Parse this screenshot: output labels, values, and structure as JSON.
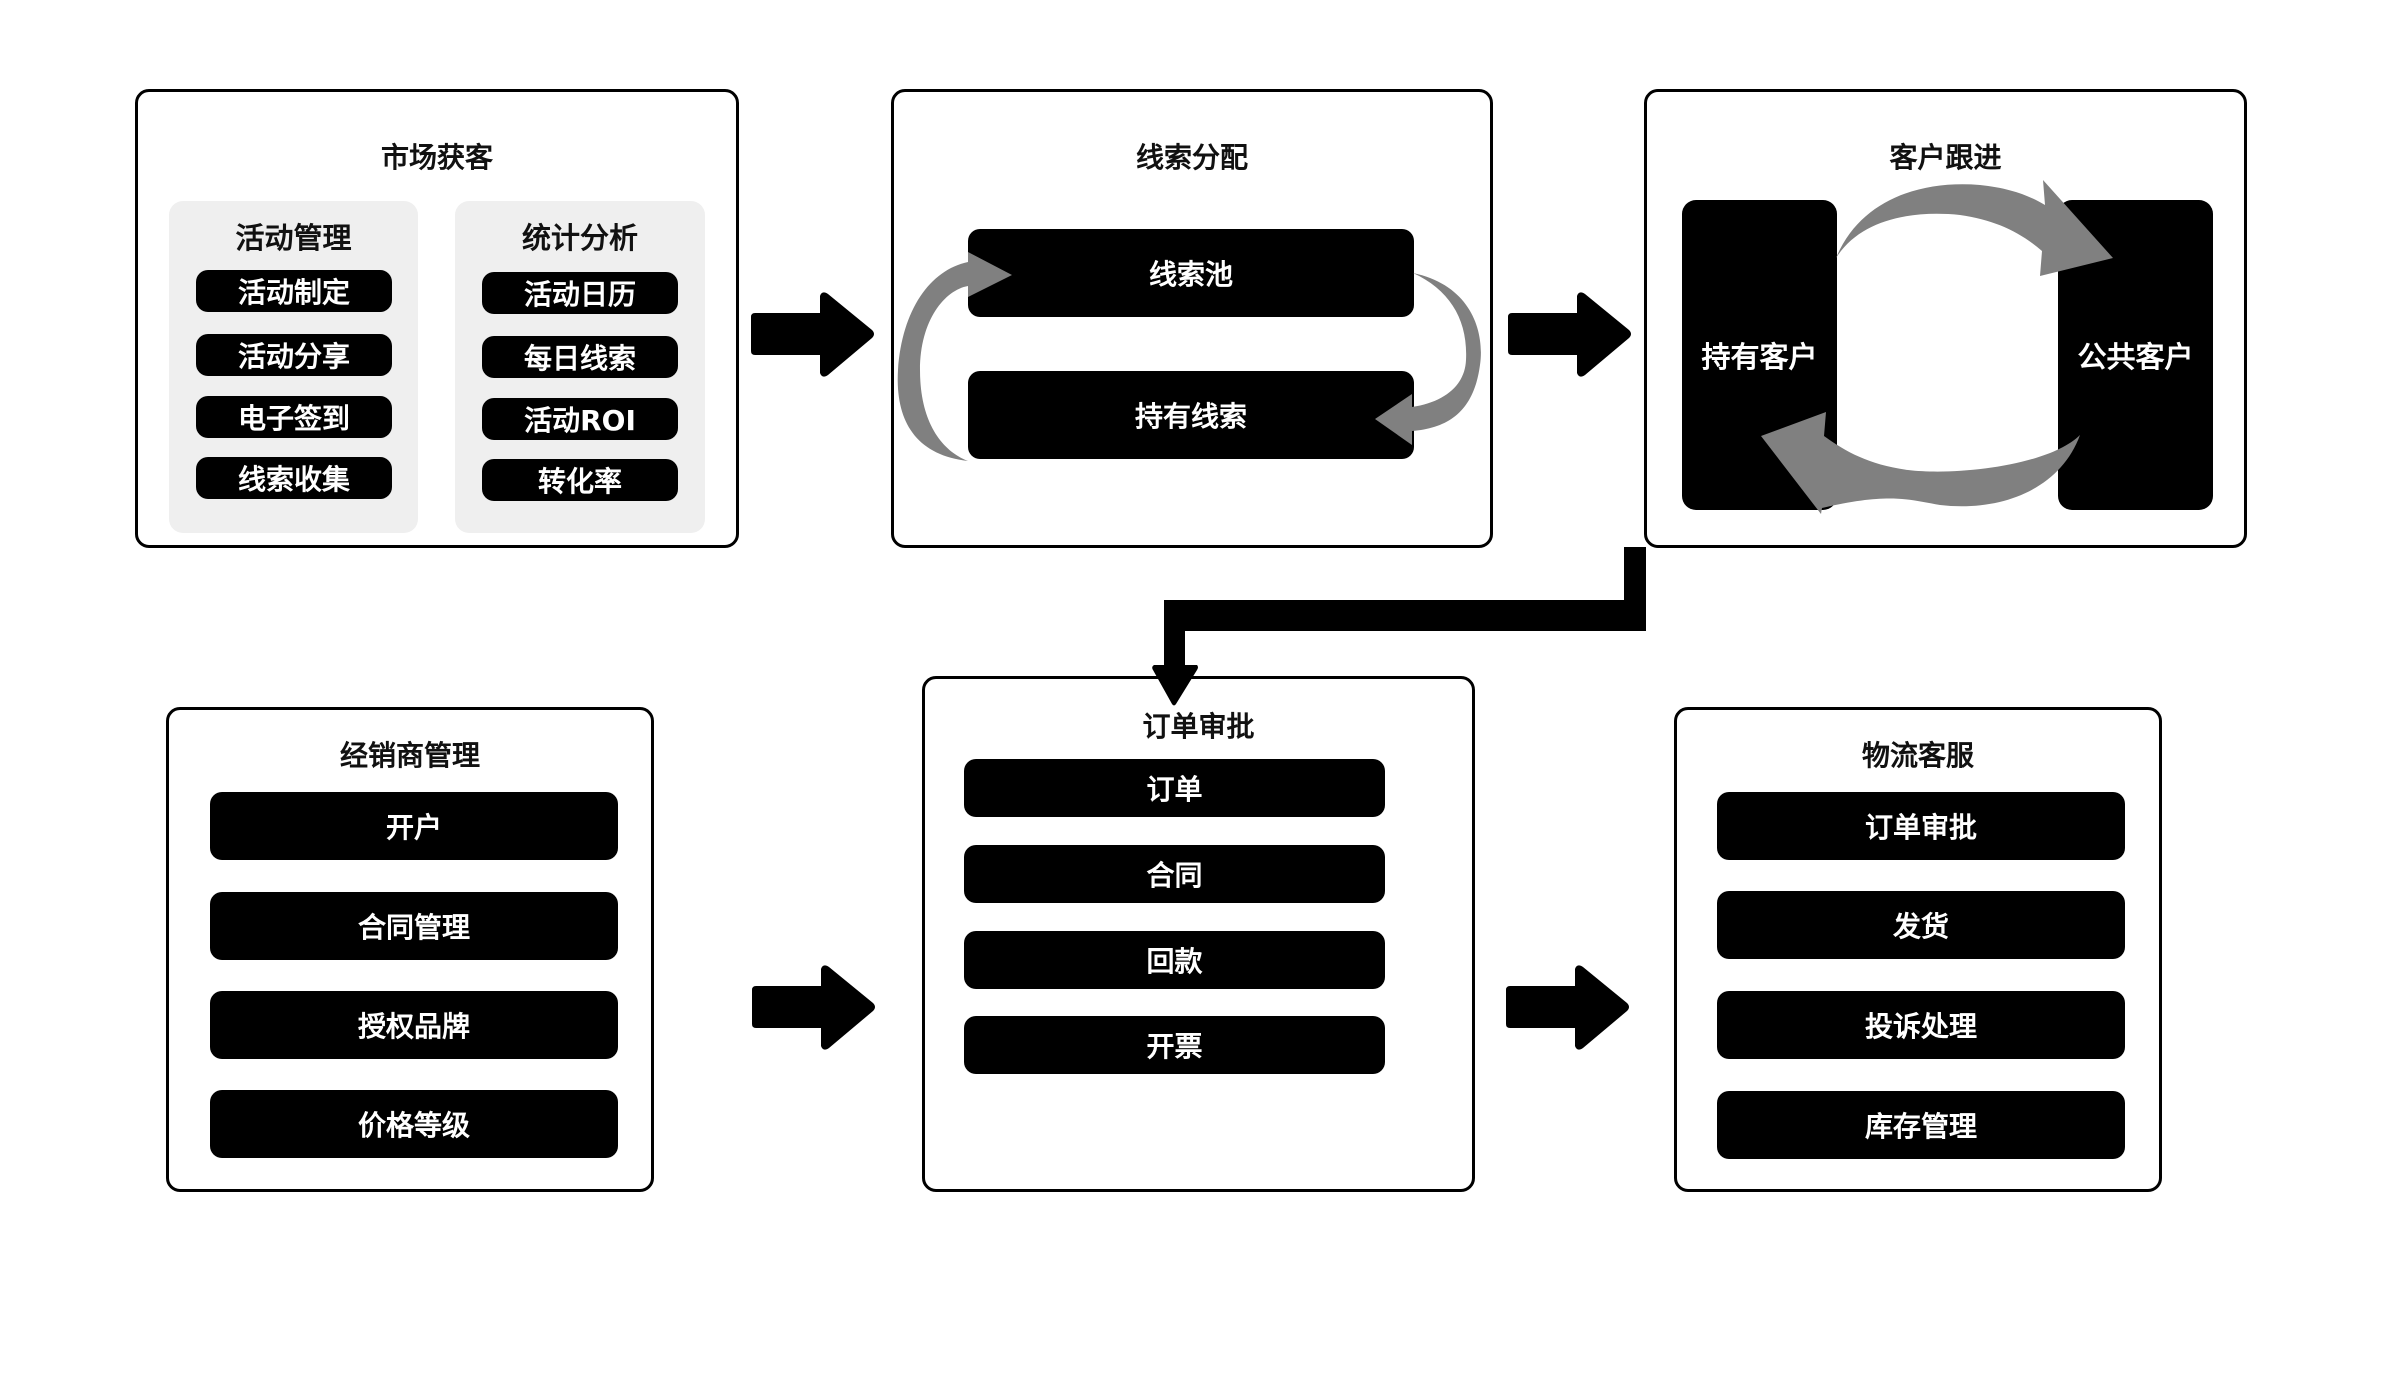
{
  "colors": {
    "box_border": "#000000",
    "button_fill": "#000000",
    "panel_fill": "#efefef",
    "cycle_arrow": "#808080",
    "flow_arrow": "#000000"
  },
  "stages": {
    "market": {
      "title": "市场获客",
      "panels": [
        {
          "title": "活动管理",
          "items": [
            "活动制定",
            "活动分享",
            "电子签到",
            "线索收集"
          ]
        },
        {
          "title": "统计分析",
          "items": [
            "活动日历",
            "每日线索",
            "活动ROI",
            "转化率"
          ]
        }
      ]
    },
    "leads": {
      "title": "线索分配",
      "items": [
        "线索池",
        "持有线索"
      ]
    },
    "followup": {
      "title": "客户跟进",
      "items": [
        "持有客户",
        "公共客户"
      ]
    },
    "dealer": {
      "title": "经销商管理",
      "items": [
        "开户",
        "合同管理",
        "授权品牌",
        "价格等级"
      ]
    },
    "order": {
      "title": "订单审批",
      "items": [
        "订单",
        "合同",
        "回款",
        "开票"
      ]
    },
    "logistics": {
      "title": "物流客服",
      "items": [
        "订单审批",
        "发货",
        "投诉处理",
        "库存管理"
      ]
    }
  },
  "icons": {
    "flow_arrow": "right-arrow-icon",
    "connector_arrow": "elbow-down-arrow-icon",
    "cycle_arrow": "curved-arrow-icon"
  }
}
